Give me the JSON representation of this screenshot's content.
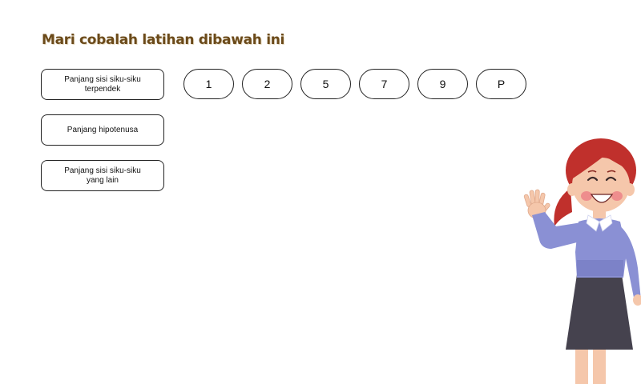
{
  "title": "Mari cobalah latihan dibawah ini",
  "labels": [
    {
      "line1": "Panjang sisi siku-siku",
      "line2": "terpendek"
    },
    {
      "line1": "Panjang hipotenusa",
      "line2": ""
    },
    {
      "line1": "Panjang sisi siku-siku",
      "line2": "yang lain"
    }
  ],
  "options": [
    "1",
    "2",
    "5",
    "7",
    "9",
    "P"
  ],
  "colors": {
    "title": "#6b4a1a",
    "hair": "#c0302c",
    "blouse": "#8a90d4",
    "skirt": "#45424e",
    "skin": "#f5c7ab"
  },
  "icons": {
    "character": "teacher-waving-illustration"
  }
}
